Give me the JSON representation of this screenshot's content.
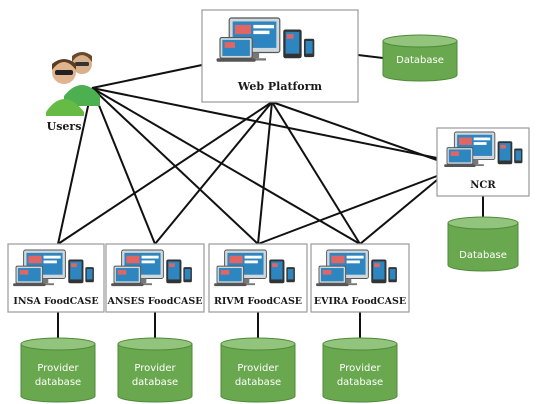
{
  "colors": {
    "db_fill": "#6aa84f",
    "db_top": "#93c47d",
    "db_edge": "#4e8a37",
    "screen": "#2e86c1",
    "accent": "#e06666",
    "line": "#111111",
    "box_border": "#9a9a9a"
  },
  "users": {
    "label": "Users",
    "icon": "users-icon"
  },
  "web_platform": {
    "label": "Web Platform",
    "icon": "devices-icon"
  },
  "web_database": {
    "label": "Database"
  },
  "ncr": {
    "label": "NCR",
    "icon": "devices-icon"
  },
  "ncr_database": {
    "label": "Database"
  },
  "providers": [
    {
      "label": "INSA FoodCASE",
      "db_line1": "Provider",
      "db_line2": "database"
    },
    {
      "label": "ANSES FoodCASE",
      "db_line1": "Provider",
      "db_line2": "database"
    },
    {
      "label": "RIVM FoodCASE",
      "db_line1": "Provider",
      "db_line2": "database"
    },
    {
      "label": "EVIRA FoodCASE",
      "db_line1": "Provider",
      "db_line2": "database"
    }
  ]
}
